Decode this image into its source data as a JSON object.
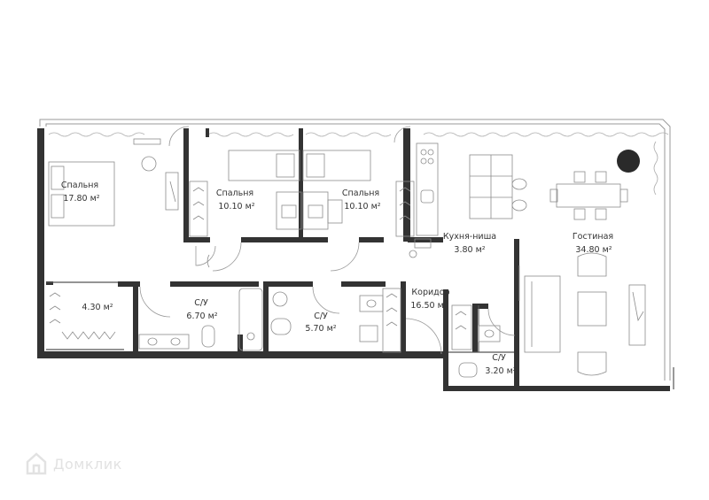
{
  "rooms": [
    {
      "id": "bedroom-1",
      "name": "Спальня",
      "area": "17.80 м²"
    },
    {
      "id": "bedroom-2",
      "name": "Спальня",
      "area": "10.10 м²"
    },
    {
      "id": "bedroom-3",
      "name": "Спальня",
      "area": "10.10 м²"
    },
    {
      "id": "kitchen",
      "name": "Кухня-ниша",
      "area": "3.80 м²"
    },
    {
      "id": "living",
      "name": "Гостиная",
      "area": "34.80 м²"
    },
    {
      "id": "storage",
      "name": "",
      "area": "4.30 м²"
    },
    {
      "id": "bath-1",
      "name": "С/У",
      "area": "6.70 м²"
    },
    {
      "id": "bath-2",
      "name": "С/У",
      "area": "5.70 м²"
    },
    {
      "id": "corridor",
      "name": "Коридор",
      "area": "16.50 м²"
    },
    {
      "id": "bath-3",
      "name": "С/У",
      "area": "3.20 м²"
    }
  ],
  "watermark": {
    "text": "Домклик",
    "icon": "house-logo-icon"
  },
  "colors": {
    "wall": "#333333",
    "line": "#9a9a9a",
    "accent": "#2a2a2a"
  }
}
